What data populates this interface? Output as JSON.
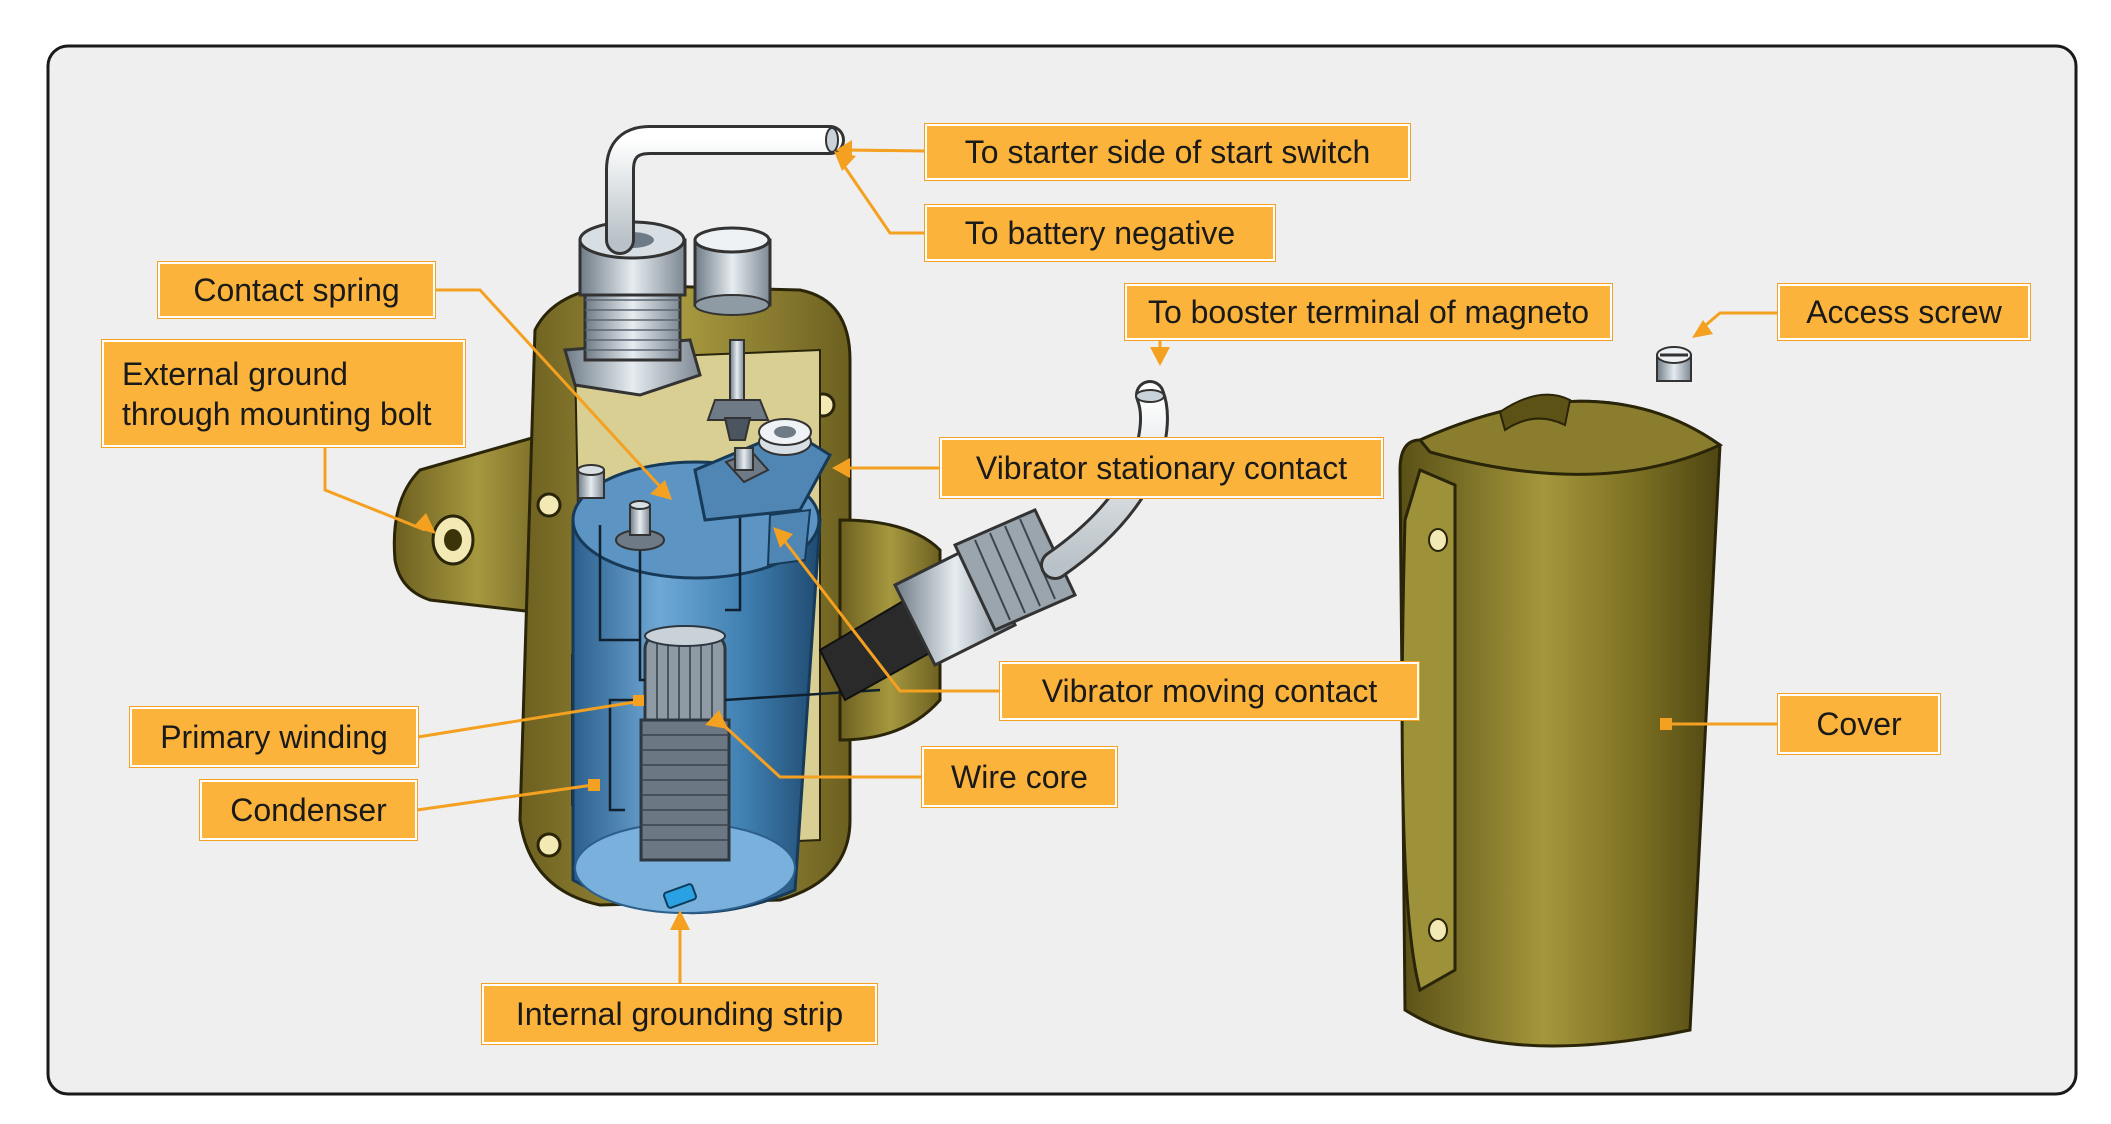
{
  "colors": {
    "panel_fill": "#efefef",
    "panel_border": "#1a1a1a",
    "label_fill": "#fbb33b",
    "leader": "#f4a020",
    "housing": "#8a7a2c",
    "coil_body": "#3f7fb0",
    "cover": "#7a6e22"
  },
  "labels": {
    "starter_side": "To starter side of start switch",
    "battery_negative": "To battery negative",
    "contact_spring": "Contact spring",
    "external_ground_line1": "External ground",
    "external_ground_line2": "through mounting bolt",
    "booster_terminal": "To booster terminal of magneto",
    "access_screw": "Access screw",
    "vibrator_stationary": "Vibrator stationary contact",
    "vibrator_moving": "Vibrator moving contact",
    "primary_winding": "Primary winding",
    "cover": "Cover",
    "wire_core": "Wire core",
    "condenser": "Condenser",
    "internal_grounding": "Internal grounding strip"
  }
}
